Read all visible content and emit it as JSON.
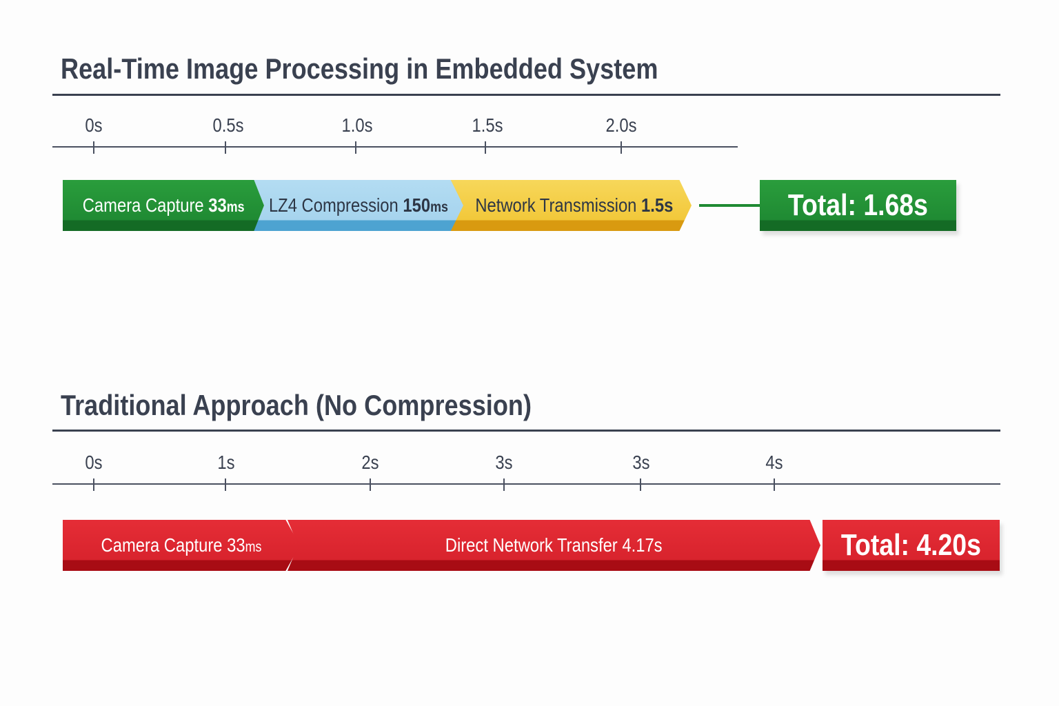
{
  "section1": {
    "title": "Real-Time Image Processing in Embedded System",
    "ticks": [
      "0s",
      "0.5s",
      "1.0s",
      "1.5s",
      "2.0s"
    ],
    "stages": [
      {
        "label": "Camera Capture",
        "value": "33",
        "unit": "ms",
        "color": "#1f8a33"
      },
      {
        "label": "LZ4 Compression",
        "value": "150",
        "unit": "ms",
        "color": "#a6d4ee"
      },
      {
        "label": "Network Transmission",
        "value": "1.5s",
        "unit": "",
        "color": "#f2c83a"
      }
    ],
    "total": "Total: 1.68s"
  },
  "section2": {
    "title": "Traditional Approach (No Compression)",
    "ticks": [
      "0s",
      "1s",
      "2s",
      "3s",
      "3s",
      "4s"
    ],
    "stages": [
      {
        "label": "Camera Capture",
        "value": "33",
        "unit": "ms",
        "color": "#d8232d"
      },
      {
        "label": "Direct Network Transfer",
        "value": "4.17s",
        "unit": "",
        "color": "#d8232d"
      }
    ],
    "total": "Total: 4.20s"
  }
}
